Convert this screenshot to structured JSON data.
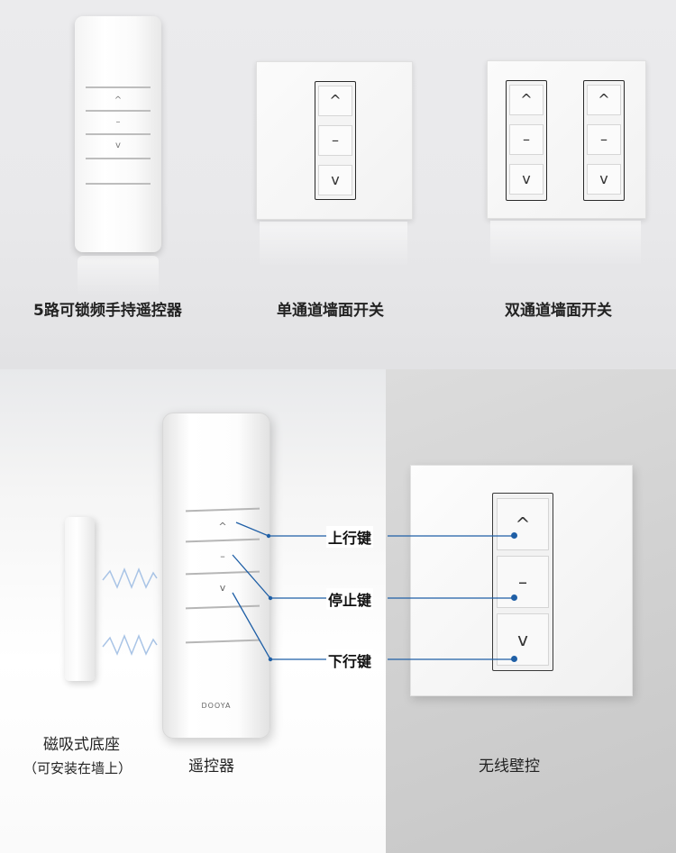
{
  "top_products": [
    {
      "caption": "5路可锁频手持遥控器",
      "symbols": [
        "^",
        "–",
        "v"
      ]
    },
    {
      "caption": "单通道墙面开关",
      "keys": [
        "^",
        "–",
        "v"
      ]
    },
    {
      "caption": "双通道墙面开关",
      "keys": [
        "^",
        "–",
        "v"
      ]
    }
  ],
  "bottom": {
    "base_caption": "磁吸式底座",
    "base_subcaption": "（可安装在墙上）",
    "remote_caption": "遥控器",
    "remote_brand": "DOOYA",
    "remote_symbols": [
      "^",
      "–",
      "v"
    ],
    "key_labels": {
      "up": "上行键",
      "stop": "停止键",
      "down": "下行键"
    },
    "wall_caption": "无线壁控",
    "wall_keys": [
      "^",
      "–",
      "v"
    ]
  },
  "colors": {
    "leader_line": "#1f5fa6",
    "text": "#222222"
  }
}
